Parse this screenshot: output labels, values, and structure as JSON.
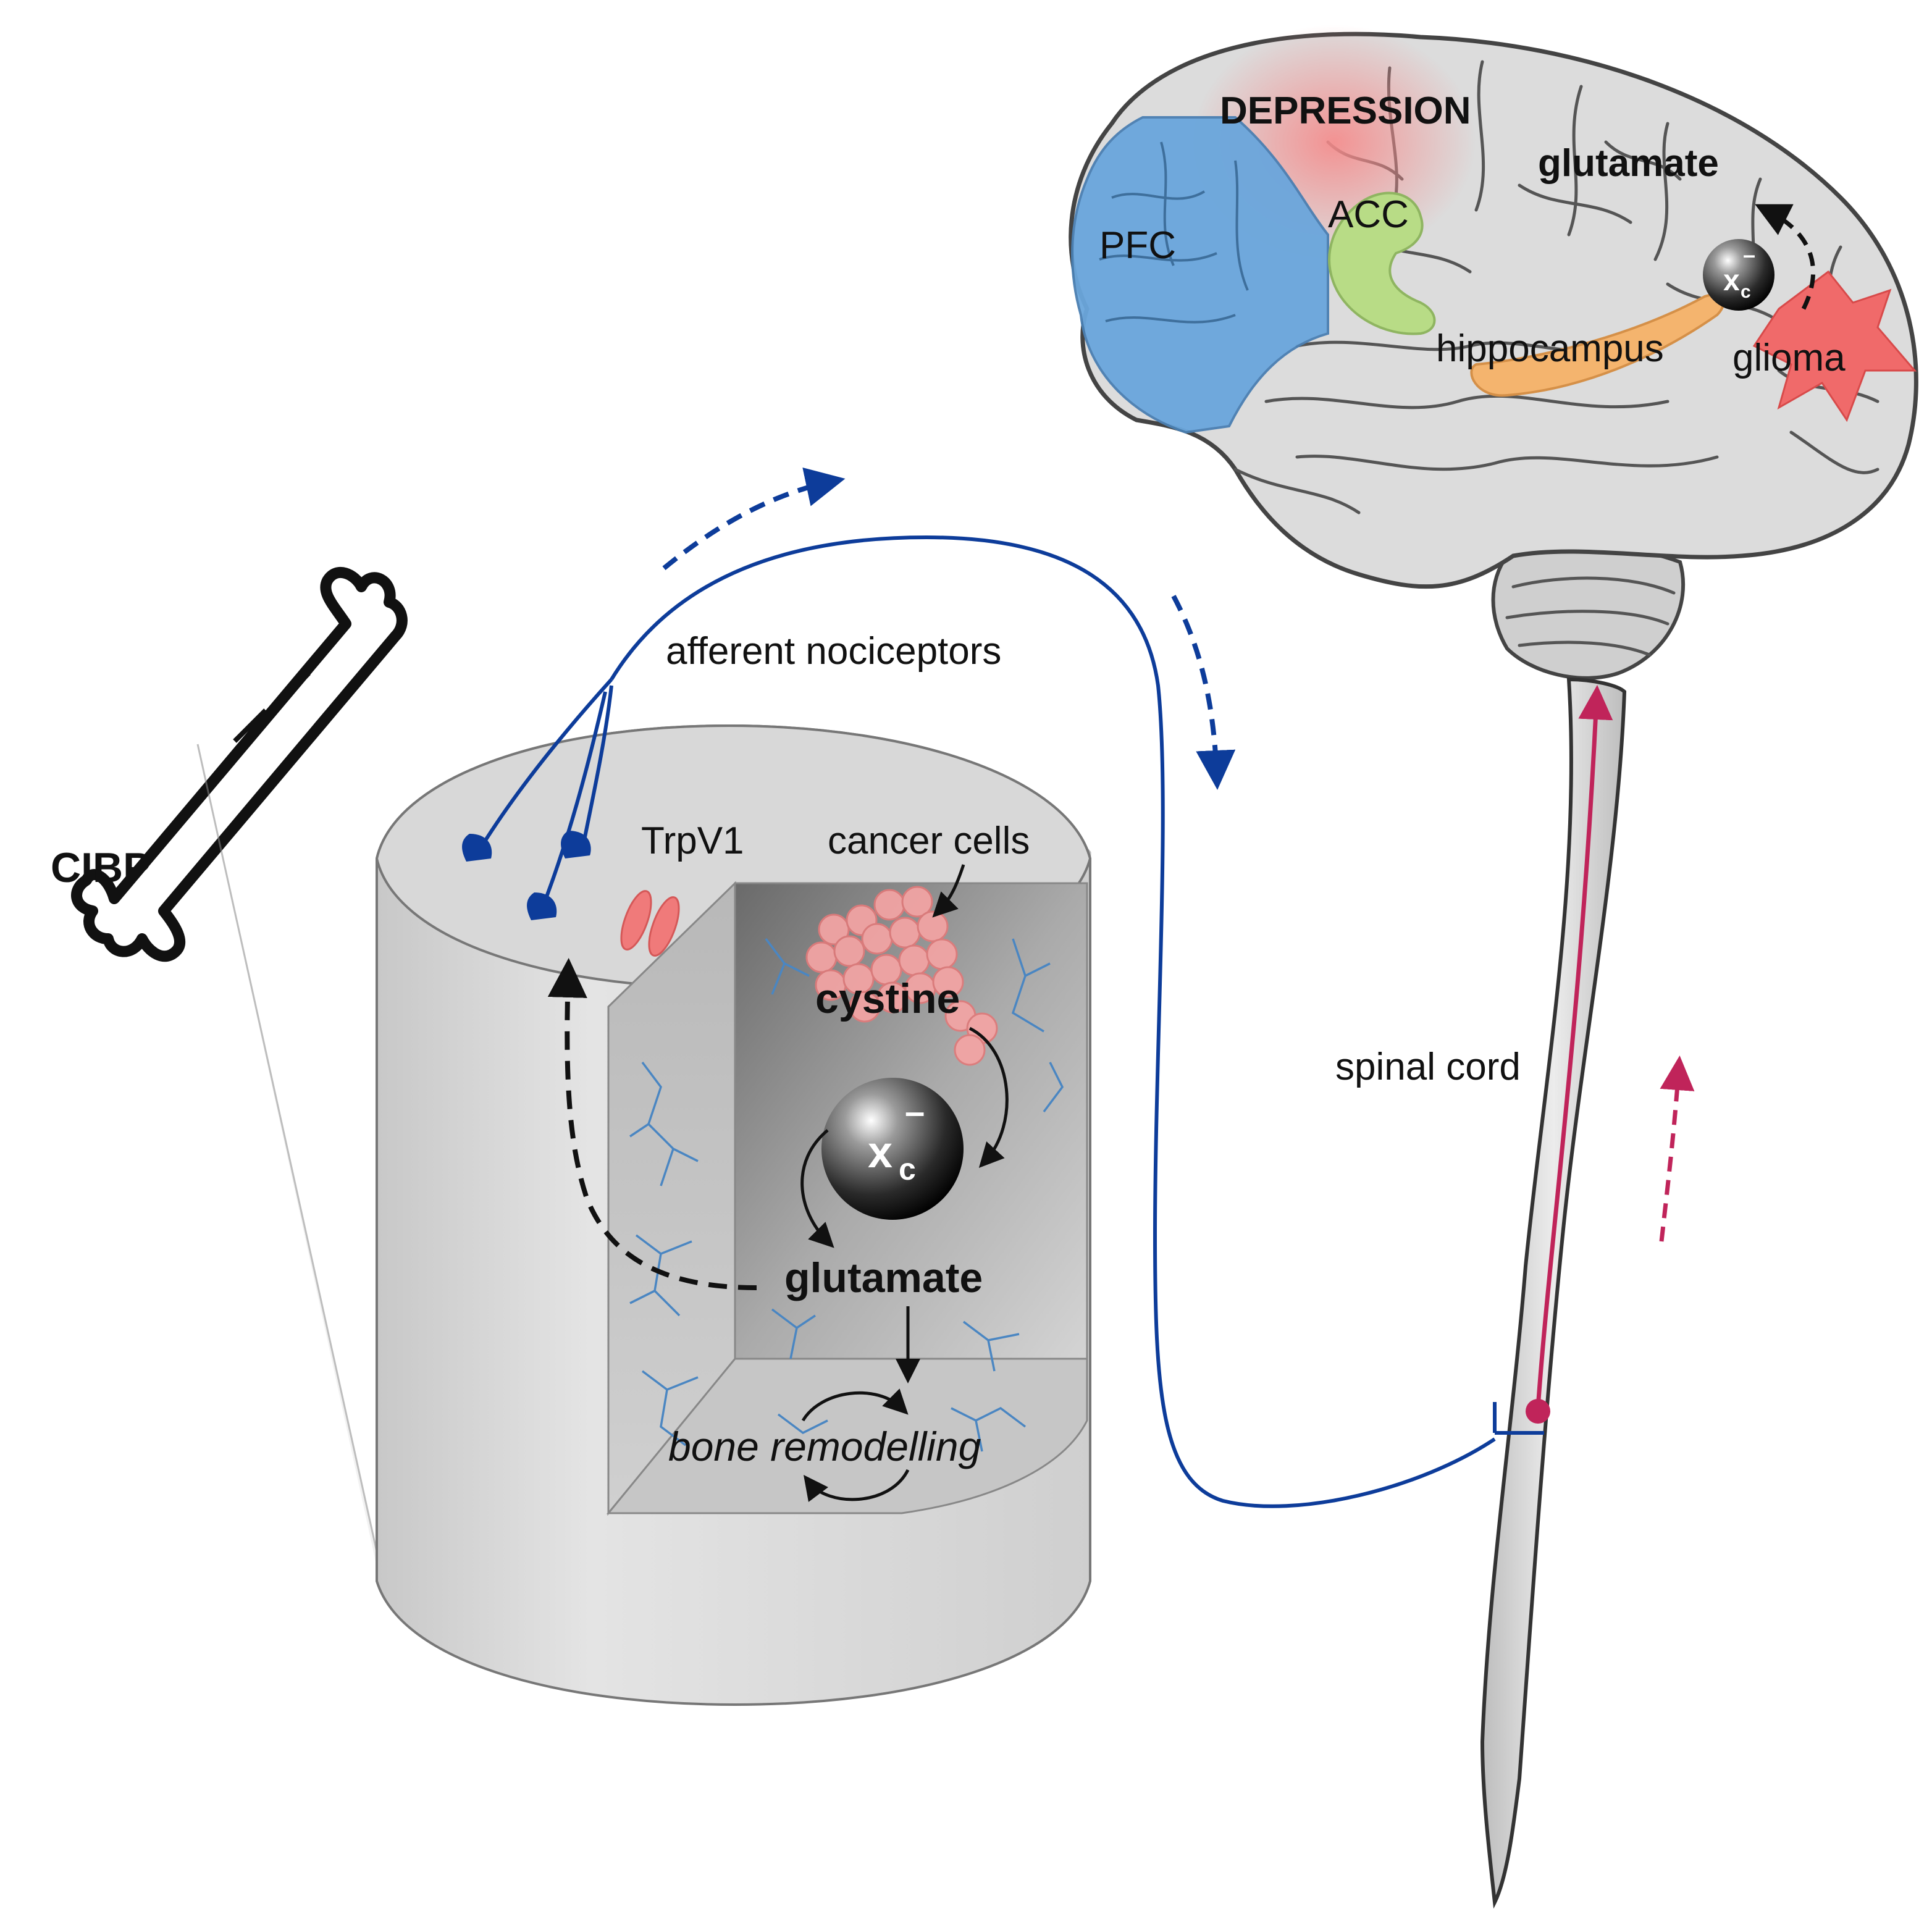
{
  "labels": {
    "cibp": "CIBP",
    "afferent": "afferent nociceptors",
    "trpv1": "TrpV1",
    "cancer_cells": "cancer cells",
    "cystine": "cystine",
    "xc": "x",
    "xc_sub": "c",
    "xc_sup": "–",
    "glutamate_bone": "glutamate",
    "bone_remodelling": "bone remodelling",
    "spinal_cord": "spinal cord",
    "depression": "DEPRESSION",
    "pfc": "PFC",
    "acc": "ACC",
    "glutamate_brain": "glutamate",
    "hippocampus": "hippocampus",
    "glioma": "glioma"
  },
  "colors": {
    "nerve": "#0d3c9a",
    "spinal_pathway": "#c0245a",
    "pfc": "#6aa6dc",
    "acc": "#b8dc86",
    "hippocampus": "#f4b46e",
    "depression": "#f59a9a",
    "glioma": "#f06a6a",
    "cancer_cells": "#f4a4a4",
    "trpv1": "#f07a7a",
    "brain": "#dedede",
    "bone_cylinder": "#d9d9d9"
  },
  "icons": {
    "bone": "bone-icon",
    "xc_transporter": "sphere-icon"
  }
}
